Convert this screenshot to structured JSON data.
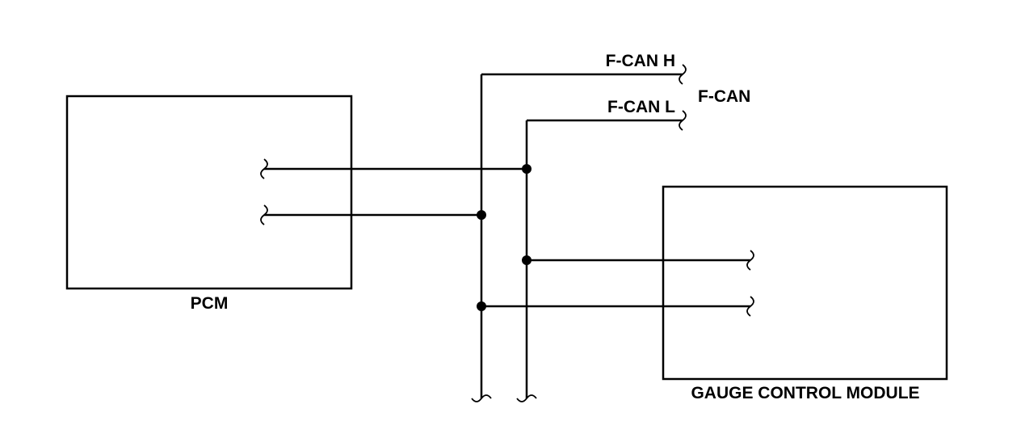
{
  "diagram": {
    "line_color": "#000000",
    "background": "#ffffff",
    "modules": {
      "pcm": {
        "label": "PCM"
      },
      "gauge": {
        "label": "GAUGE CONTROL MODULE"
      }
    },
    "bus": {
      "name": "F-CAN",
      "high_wire": "F-CAN H",
      "low_wire": "F-CAN L"
    },
    "icons": {
      "break": "wire-break-icon",
      "junction": "junction-dot-icon"
    }
  }
}
